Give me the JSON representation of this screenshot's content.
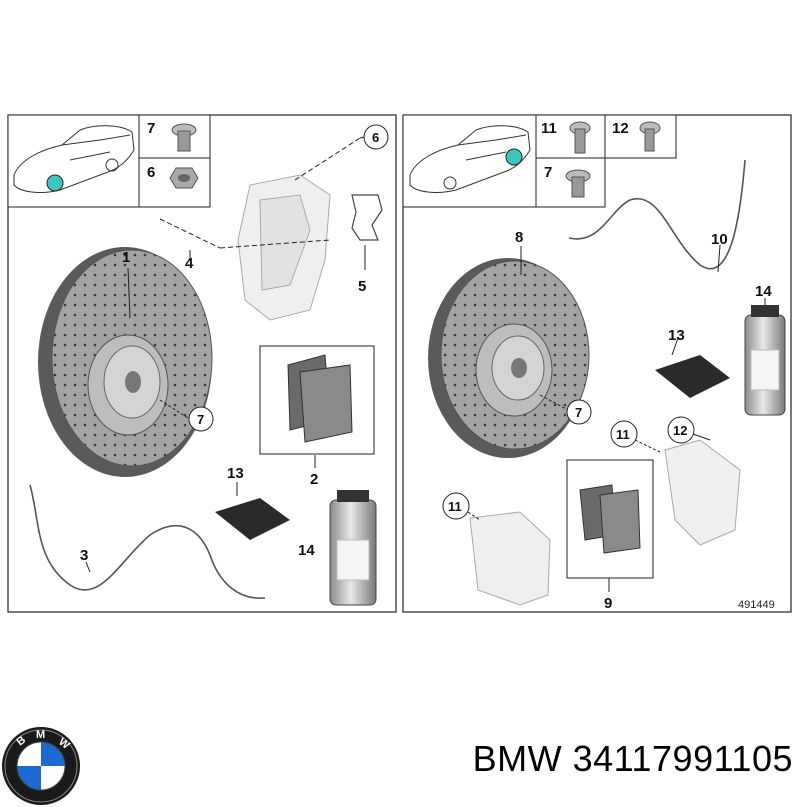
{
  "panels": {
    "left": {
      "callouts": {
        "c1": "1",
        "c2": "2",
        "c3": "3",
        "c4": "4",
        "c5": "5",
        "c6": "6",
        "c7": "7",
        "c13": "13",
        "c14": "14",
        "legend7": "7",
        "legend6": "6"
      }
    },
    "right": {
      "callouts": {
        "c7": "7",
        "c8": "8",
        "c9": "9",
        "c10": "10",
        "c11a": "11",
        "c11b": "11",
        "c12": "12",
        "c13": "13",
        "c14": "14",
        "legend11": "11",
        "legend12": "12",
        "legend7": "7"
      },
      "reference_number": "491449"
    }
  },
  "logo": {
    "text": "BMW"
  },
  "footer": {
    "part_label": "BMW 34117991105"
  }
}
